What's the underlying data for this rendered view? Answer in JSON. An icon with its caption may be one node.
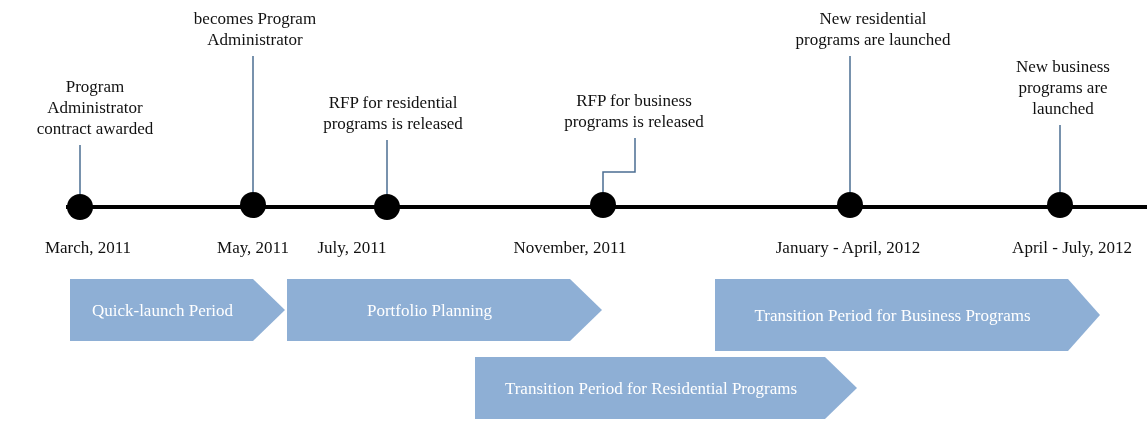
{
  "diagram": {
    "nodes": [
      {
        "text": [
          "Program Administrator contract awarded"
        ]
      },
      {
        "text": [
          "becomes Program Administrator"
        ]
      },
      {
        "text": [
          "RFP for residential programs is released"
        ]
      },
      {
        "text": [
          "RFP for business programs is released"
        ]
      },
      {
        "text": [
          "New residential programs are launched"
        ]
      },
      {
        "text": [
          "New business programs are launched"
        ]
      },
      {
        "text": [],
        "shape": "circle",
        "beside": [
          "March, 2011"
        ]
      },
      {
        "text": [],
        "shape": "circle",
        "beside": [
          "May, 2011"
        ]
      },
      {
        "text": [],
        "shape": "circle",
        "beside": [
          "July, 2011"
        ]
      },
      {
        "text": [],
        "shape": "circle",
        "beside": [
          "November, 2011"
        ]
      },
      {
        "text": [],
        "shape": "circle",
        "beside": [
          "January - April, 2012"
        ]
      },
      {
        "text": [],
        "shape": "circle",
        "beside": [
          "April -  July, 2012"
        ]
      },
      {
        "text": [
          "Quick-launch Period"
        ]
      },
      {
        "text": [
          "Portfolio Planning"
        ]
      },
      {
        "text": [
          "Transition Period for Business Programs"
        ]
      },
      {
        "text": [
          "Transition Period for Residential Programs"
        ]
      }
    ],
    "edges": [
      {
        "from": 0,
        "to": 6,
        "arrow": "none"
      },
      {
        "from": 1,
        "to": 7,
        "arrow": "none"
      },
      {
        "from": 2,
        "to": 8,
        "arrow": "none"
      },
      {
        "from": 3,
        "to": 9,
        "arrow": "none"
      },
      {
        "from": 4,
        "to": 10,
        "arrow": "none"
      },
      {
        "from": 5,
        "to": 11,
        "arrow": "none"
      }
    ]
  }
}
